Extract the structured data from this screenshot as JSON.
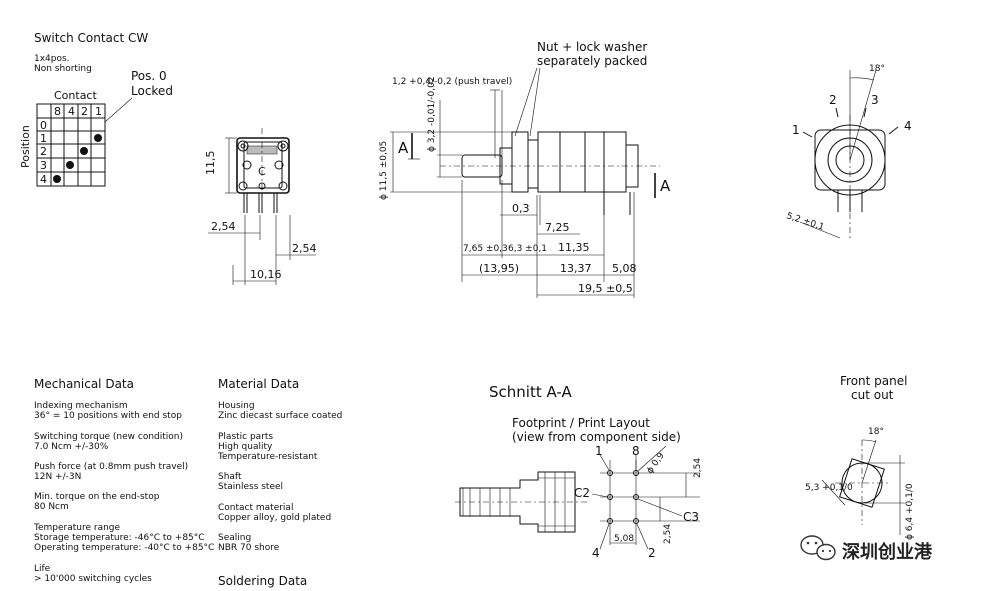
{
  "switch_contact": {
    "title": "Switch Contact CW",
    "line1": "1x4pos.",
    "line2": "Non shorting",
    "pos0_line1": "Pos. 0",
    "pos0_line2": "Locked",
    "contact_label": "Contact",
    "position_label": "Position",
    "cols": [
      "8",
      "4",
      "2",
      "1"
    ],
    "rows": [
      "0",
      "1",
      "2",
      "3",
      "4"
    ]
  },
  "front_view": {
    "dim_height": "11,5",
    "dim_pitch_left": "2,54",
    "dim_pitch_right": "2,54",
    "dim_width": "10,16",
    "center_mark": "C"
  },
  "side_view": {
    "nut_note_line1": "Nut + lock washer",
    "nut_note_line2": "separately packed",
    "push_travel": "1,2 +0,4/-0,2 (push travel)",
    "section_a_left": "A",
    "section_a_right": "A",
    "dim_shaft": "ϕ 3,2 -0,01/-0,02",
    "dim_body": "ϕ 11,5 ±0,05",
    "dims": {
      "d03": "0,3",
      "d725": "7,25",
      "d765": "7,65 ±0,3",
      "d63": "6,3 ±0,1",
      "d1135": "11,35",
      "d1395": "(13,95)",
      "d1337": "13,37",
      "d508": "5,08",
      "d195": "19,5 ±0,5"
    }
  },
  "rotary_view": {
    "angle": "18°",
    "positions": [
      "1",
      "2",
      "3",
      "4"
    ],
    "dim": "5,2 ±0,1"
  },
  "mechanical": {
    "title": "Mechanical Data",
    "items": [
      [
        "Indexing mechanism",
        "36° = 10 positions with end stop"
      ],
      [
        "Switching torque (new condition)",
        "7.0 Ncm +/-30%"
      ],
      [
        "Push force (at 0.8mm push travel)",
        "12N +/-3N"
      ],
      [
        "Min. torque on the end-stop",
        "80 Ncm"
      ],
      [
        "Temperature range",
        "Storage temperature: -46°C to +85°C",
        "Operating temperature: -40°C to +85°C"
      ],
      [
        "Life",
        "> 10'000 switching cycles"
      ]
    ]
  },
  "material": {
    "title": "Material Data",
    "items": [
      [
        "Housing",
        "Zinc diecast surface coated"
      ],
      [
        "Plastic parts",
        "High quality",
        "Temperature-resistant"
      ],
      [
        "Shaft",
        "Stainless steel"
      ],
      [
        "Contact material",
        "Copper alloy, gold plated"
      ],
      [
        "Sealing",
        "NBR 70 shore"
      ]
    ],
    "soldering_title": "Soldering Data"
  },
  "section": {
    "title": "Schnitt A-A",
    "footprint_line1": "Footprint / Print Layout",
    "footprint_line2": "(view from component side)",
    "pin_top_left": "1",
    "pin_top_right": "8",
    "pin_bottom_left": "4",
    "pin_bottom_right": "2",
    "c2": "C2",
    "c3": "C3",
    "hole": "ϕ 0,9",
    "dim_pitch_v1": "2,54",
    "dim_pitch_v2": "2,54",
    "dim_pitch_h": "5,08"
  },
  "cutout": {
    "title_line1": "Front panel",
    "title_line2": "cut out",
    "angle": "18°",
    "dim_width": "5,3 +0,1/0",
    "dim_height": "ϕ 6,4 +0,1/0"
  },
  "watermark": "深圳创业港"
}
